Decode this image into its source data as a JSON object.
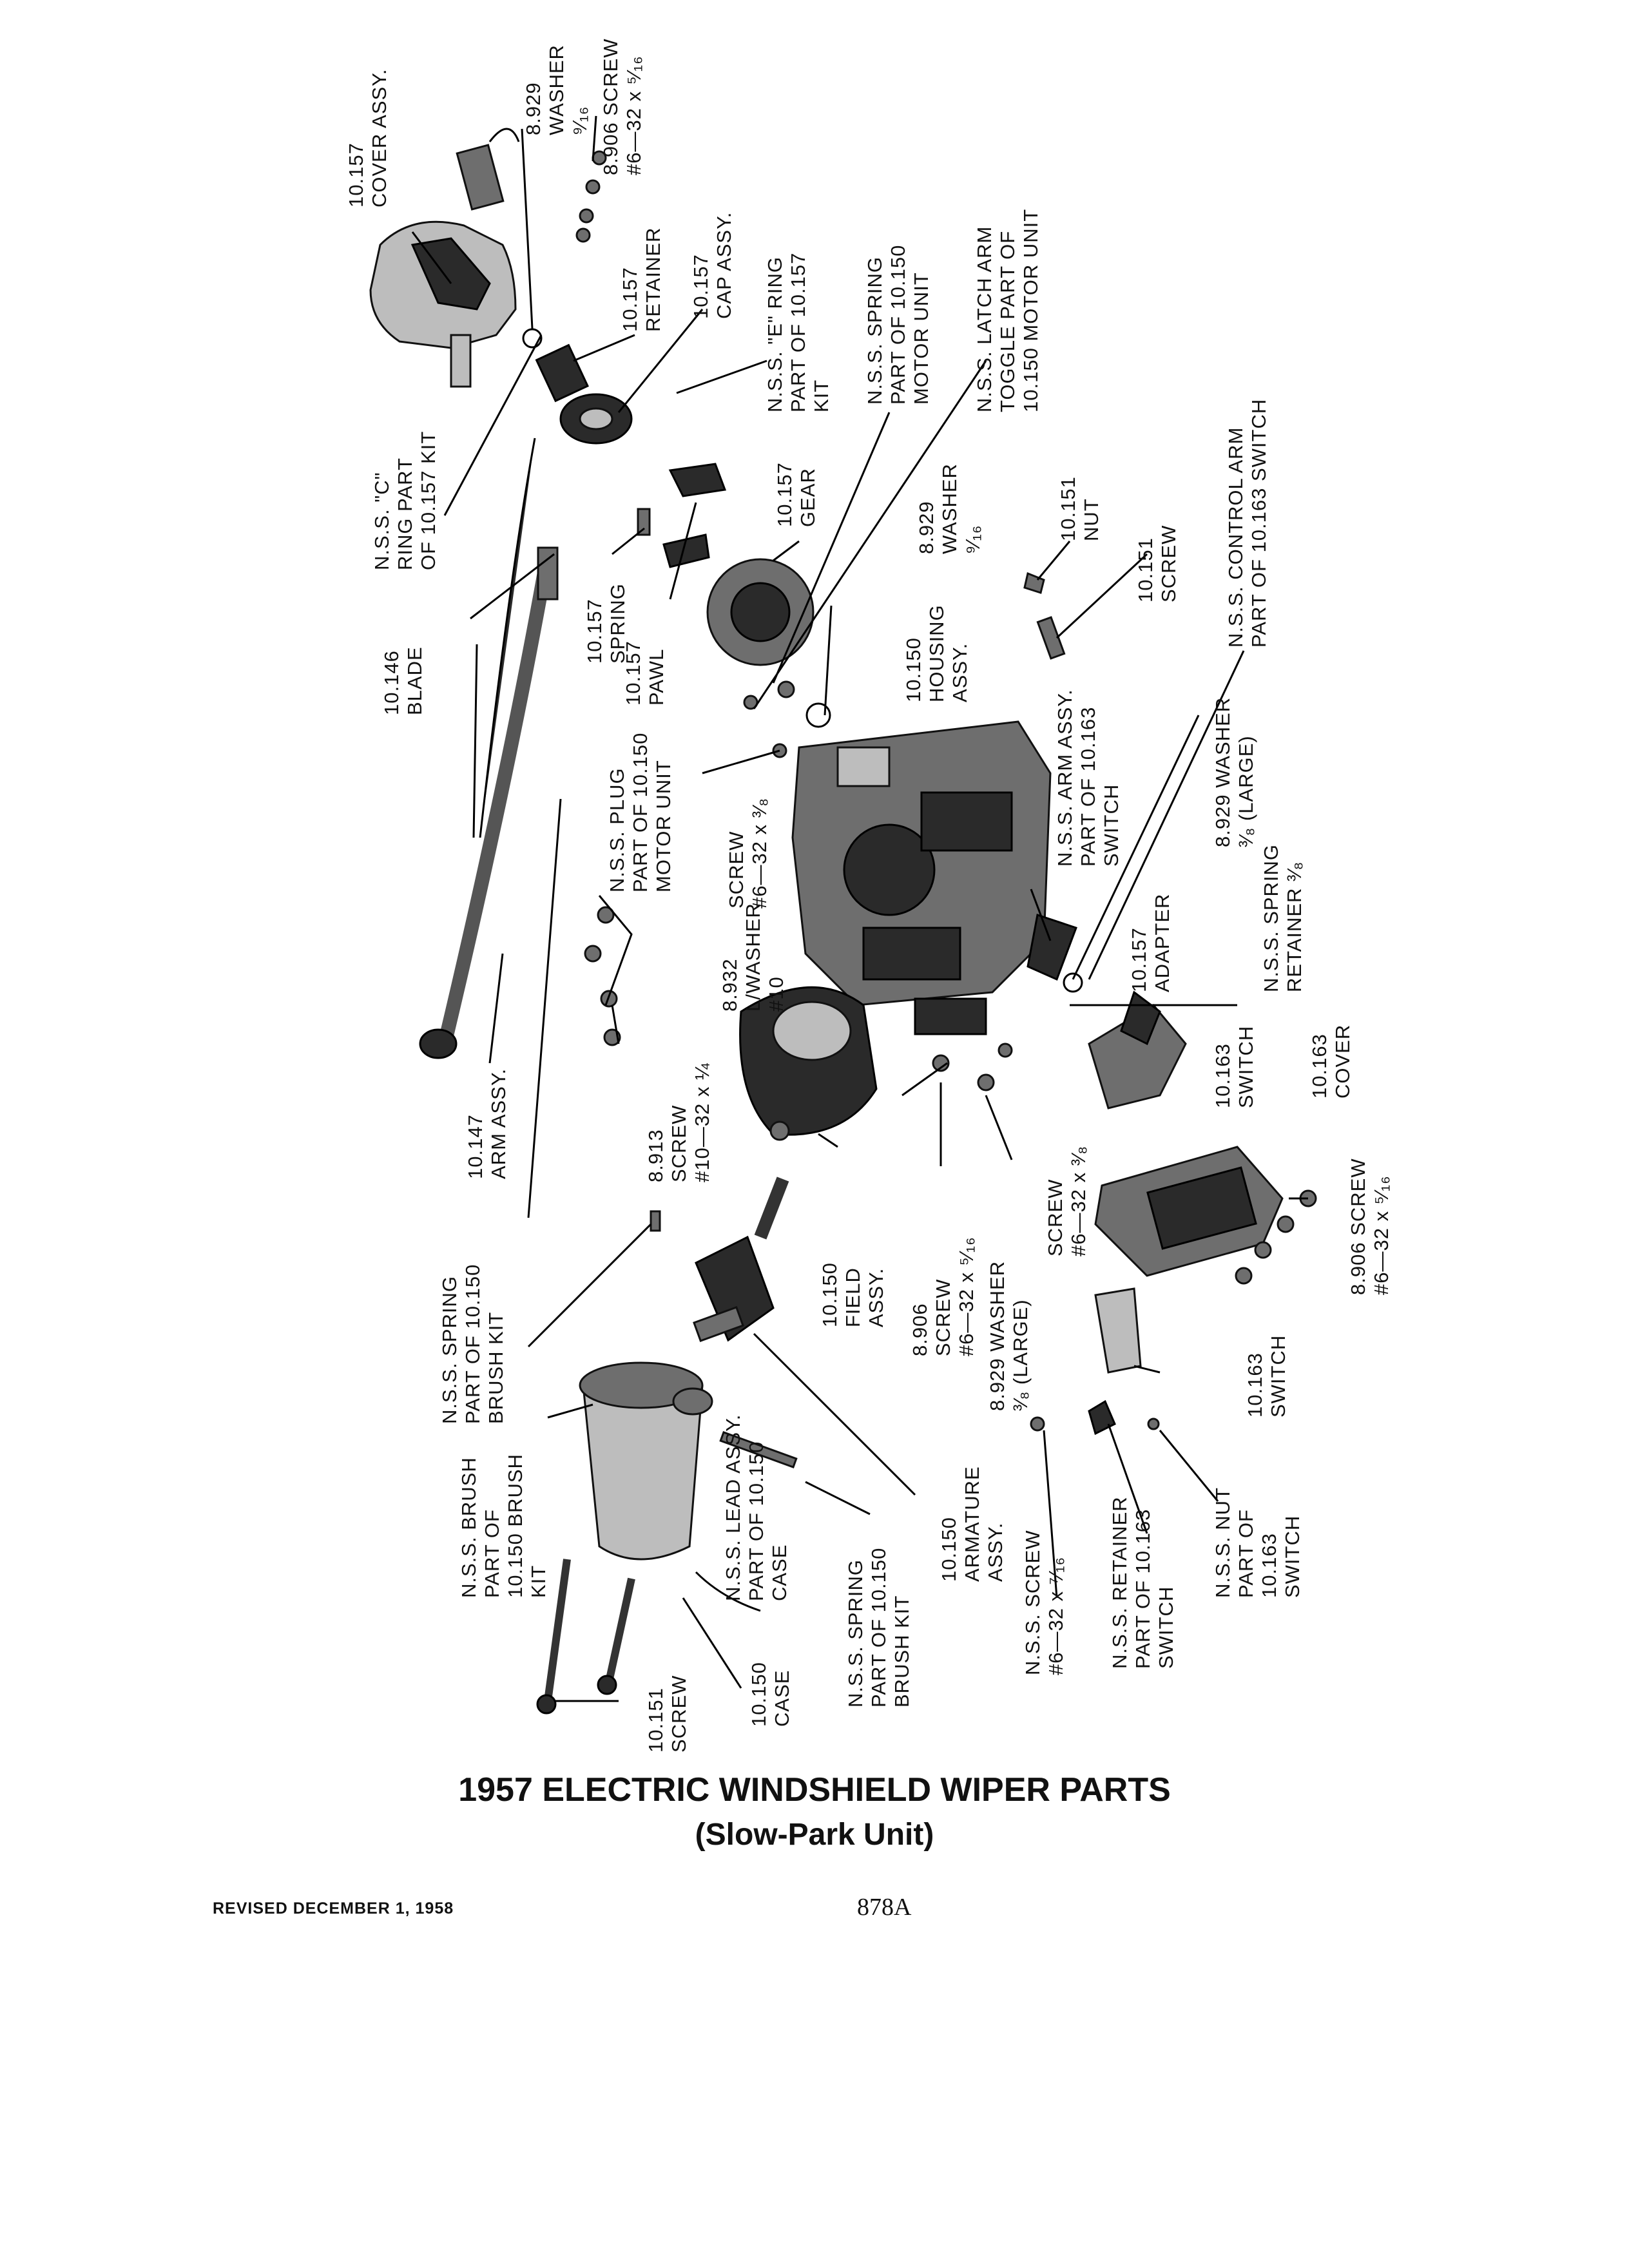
{
  "title": "1957 ELECTRIC WINDSHIELD WIPER PARTS",
  "subtitle": "(Slow-Park Unit)",
  "revised": "REVISED DECEMBER 1, 1958",
  "page_number": "878A",
  "callouts": {
    "cover_assy": "10.157\nCOVER ASSY.",
    "washer_929_top": "8.929\nWASHER\n⁹⁄₁₆",
    "screw_906_top": "8.906 SCREW\n#6—32 x ⁵⁄₁₆",
    "retainer_157": "10.157\nRETAINER",
    "cap_assy": "10.157\nCAP ASSY.",
    "e_ring": "N.S.S. \"E\" RING\nPART OF 10.157\nKIT",
    "spring_nss_motor": "N.S.S. SPRING\nPART OF 10.150\nMOTOR UNIT",
    "latch_arm": "N.S.S. LATCH ARM\nTOGGLE PART OF\n10.150 MOTOR UNIT",
    "c_ring": "N.S.S. \"C\"\nRING PART\nOF 10.157 KIT",
    "gear": "10.157\nGEAR",
    "washer_929_mid": "8.929\nWASHER\n⁹⁄₁₆",
    "nut_151": "10.151\nNUT",
    "screw_151_top": "10.151\nSCREW",
    "control_arm": "N.S.S. CONTROL ARM\nPART OF 10.163 SWITCH",
    "blade": "10.146\nBLADE",
    "spring_157": "10.157\nSPRING",
    "pawl": "10.157\nPAWL",
    "housing": "10.150\nHOUSING\nASSY.",
    "plug": "N.S.S. PLUG\nPART OF 10.150\nMOTOR UNIT",
    "screw_632_38_top": "SCREW\n#6—32 x ³⁄₈",
    "arm_assy_nss": "N.S.S. ARM ASSY.\nPART OF 10.163\nSWITCH",
    "washer_large_right": "8.929 WASHER\n³⁄₈ (LARGE)",
    "lwasher": "8.932\nL/WASHER\n#10",
    "spring_retainer": "N.S.S. SPRING\nRETAINER ³⁄₈",
    "adapter": "10.157\nADAPTER",
    "arm_assy_147": "10.147\nARM ASSY.",
    "screw_913": "8.913\nSCREW\n#10—32 x ¼",
    "switch_163_mid": "10.163\nSWITCH",
    "cover_163": "10.163\nCOVER",
    "field_assy": "10.150\nFIELD\nASSY.",
    "screw_906_mid": "8.906\nSCREW\n#6—32 x ⁵⁄₁₆",
    "washer_large_mid": "8.929 WASHER\n³⁄₈ (LARGE)",
    "screw_632_38_mid": "SCREW\n#6—32 x ³⁄₈",
    "screw_906_right": "8.906 SCREW\n#6—32 x ⁵⁄₁₆",
    "spring_brush_kit_top": "N.S.S. SPRING\nPART OF 10.150\nBRUSH KIT",
    "switch_163_low": "10.163\nSWITCH",
    "brush": "N.S.S. BRUSH\nPART OF\n10.150 BRUSH\nKIT",
    "lead_assy": "N.S.S. LEAD ASSY.\nPART OF 10.150\nCASE",
    "spring_brush_kit_low": "N.S.S. SPRING\nPART OF 10.150\nBRUSH KIT",
    "armature": "10.150\nARMATURE\nASSY.",
    "screw_nss_716": "N.S.S. SCREW\n#6—32 x ⁷⁄₁₆",
    "retainer_nss": "N.S.S. RETAINER\nPART OF 10.163\nSWITCH",
    "nut_nss": "N.S.S. NUT\nPART OF\n10.163\nSWITCH",
    "screw_151_low": "10.151\nSCREW",
    "case_150": "10.150\nCASE"
  }
}
